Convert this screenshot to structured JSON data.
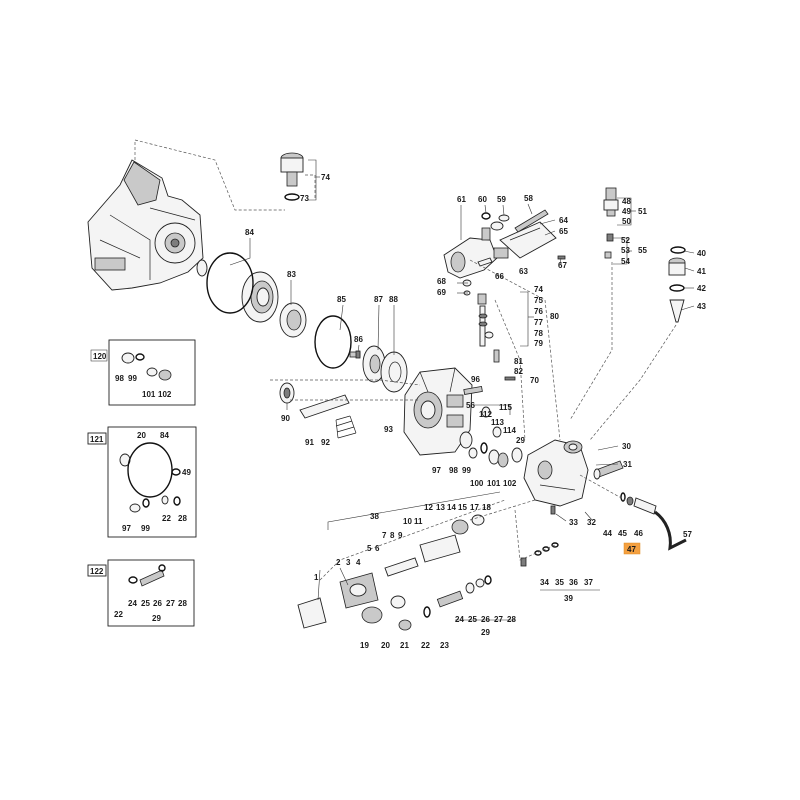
{
  "labels": {
    "l1": "1",
    "l2": "2",
    "l3": "3",
    "l4": "4",
    "l5": "5",
    "l6": "6",
    "l7": "7",
    "l8": "8",
    "l9": "9",
    "l10": "10",
    "l11": "11",
    "l12": "12",
    "l13": "13",
    "l14": "14",
    "l15": "15",
    "l17": "17",
    "l18": "18",
    "l19": "19",
    "l20": "20",
    "l21": "21",
    "l22": "22",
    "l23": "23",
    "l24": "24",
    "l25": "25",
    "l26": "26",
    "l27": "27",
    "l28": "28",
    "l29": "29",
    "l29b": "29",
    "l30": "30",
    "l31": "31",
    "l32": "32",
    "l33": "33",
    "l34": "34",
    "l35": "35",
    "l36": "36",
    "l37": "37",
    "l38": "38",
    "l39": "39",
    "l40": "40",
    "l41": "41",
    "l42": "42",
    "l43": "43",
    "l44": "44",
    "l45": "45",
    "l46": "46",
    "l47": "47",
    "l48": "48",
    "l49": "49",
    "l50": "50",
    "l51": "51",
    "l52": "52",
    "l53": "53",
    "l54": "54",
    "l55": "55",
    "l56": "56",
    "l57": "57",
    "l58": "58",
    "l59": "59",
    "l60": "60",
    "l61": "61",
    "l63": "63",
    "l64": "64",
    "l65": "65",
    "l66": "66",
    "l67": "67",
    "l68": "68",
    "l69": "69",
    "l70": "70",
    "l73": "73",
    "l74": "74",
    "l74b": "74",
    "l75": "75",
    "l76": "76",
    "l77": "77",
    "l78": "78",
    "l79": "79",
    "l80": "80",
    "l81": "81",
    "l82": "82",
    "l83": "83",
    "l84": "84",
    "l85": "85",
    "l86": "86",
    "l87": "87",
    "l88": "88",
    "l90": "90",
    "l91": "91",
    "l92": "92",
    "l93": "93",
    "l96": "96",
    "l97": "97",
    "l98": "98",
    "l99": "99",
    "l100": "100",
    "l101": "101",
    "l102": "102",
    "l112": "112",
    "l113": "113",
    "l114": "114",
    "l115": "115"
  },
  "insets": {
    "i120": {
      "title": "120",
      "a": "98",
      "b": "99",
      "c": "101",
      "d": "102"
    },
    "i121": {
      "title": "121",
      "a": "20",
      "b": "84",
      "c": "49",
      "d": "97",
      "e": "99",
      "f": "22",
      "g": "28"
    },
    "i122": {
      "title": "122",
      "a": "22",
      "b": "24",
      "c": "25",
      "d": "26",
      "e": "27",
      "f": "28",
      "g": "29"
    }
  },
  "highlight": {
    "label": "47",
    "color": "#f4a040"
  }
}
